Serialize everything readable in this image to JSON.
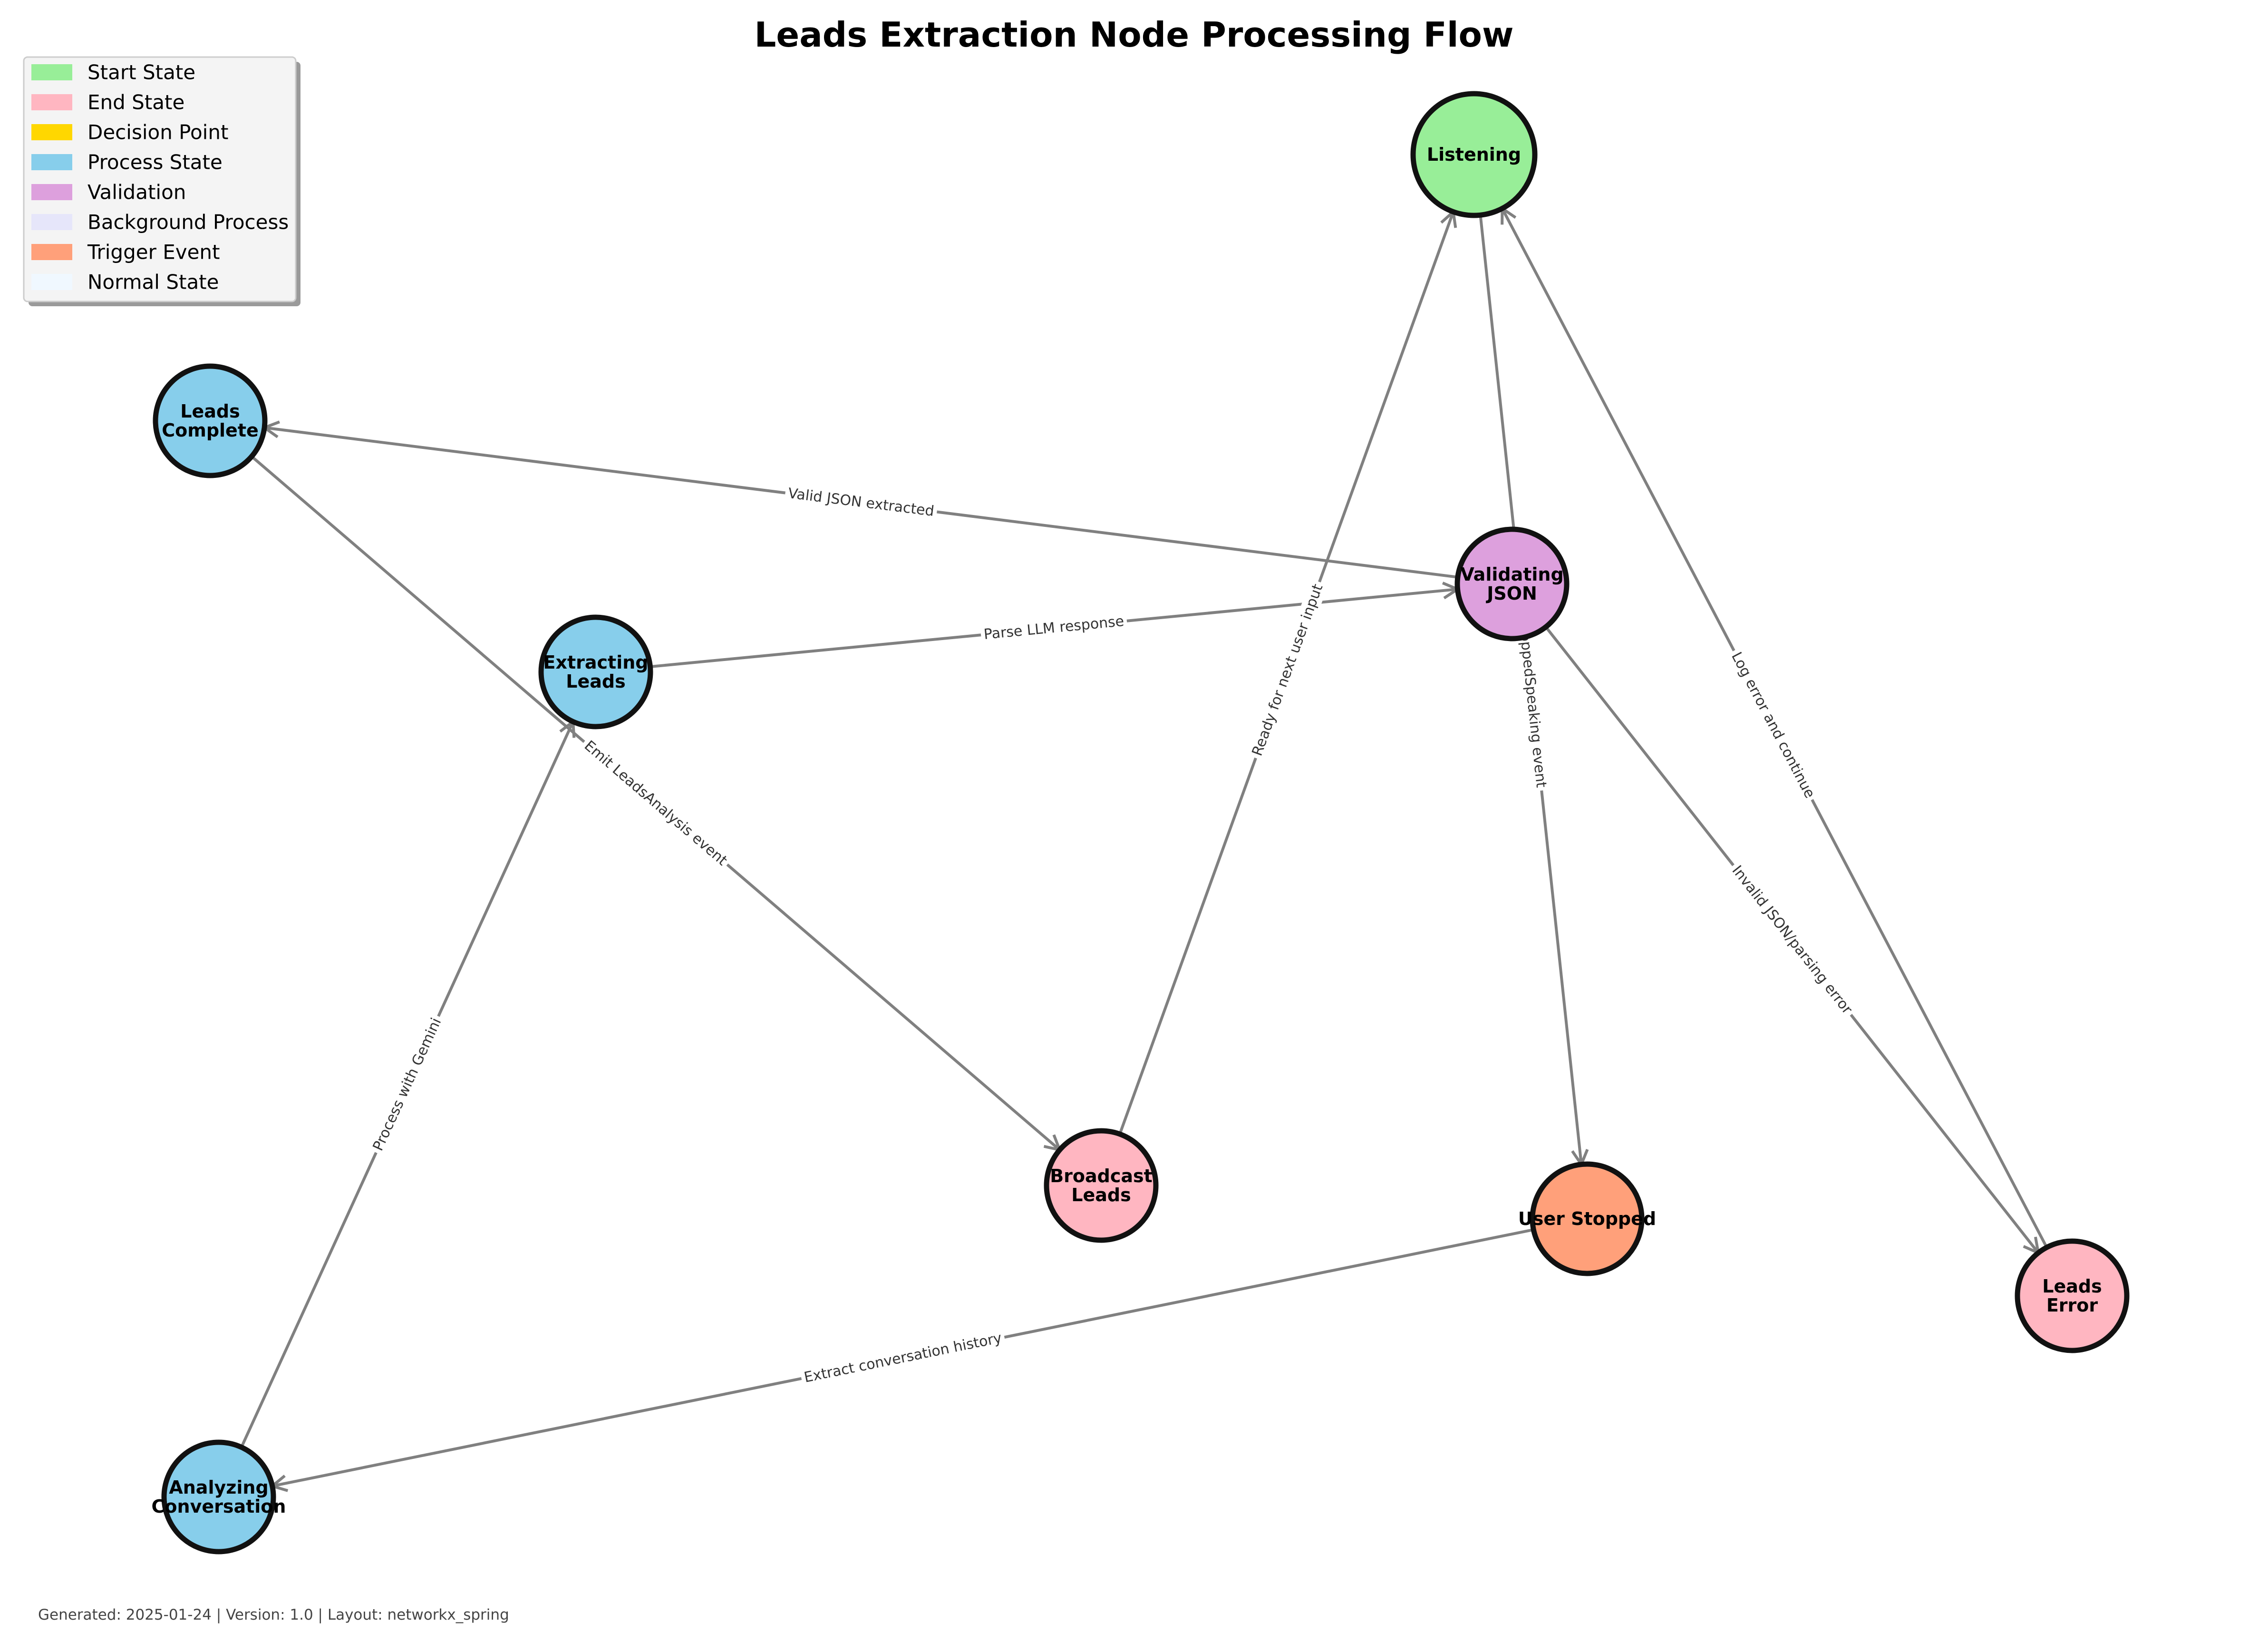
{
  "title": "Leads Extraction Node Processing Flow",
  "footer": "Generated: 2025-01-24 | Version: 1.0 | Layout: networkx_spring",
  "colors": {
    "start": "#98ee98",
    "end": "#ffb6c1",
    "decision": "#ffd700",
    "process": "#87ceeb",
    "validation": "#dda0dd",
    "background": "#e6e6fa",
    "trigger": "#ffa07a",
    "normal": "#f0f8ff",
    "edge": "#808080"
  },
  "legend": [
    {
      "label": "Start State",
      "color": "#98ee98"
    },
    {
      "label": "End State",
      "color": "#ffb6c1"
    },
    {
      "label": "Decision Point",
      "color": "#ffd700"
    },
    {
      "label": "Process State",
      "color": "#87ceeb"
    },
    {
      "label": "Validation",
      "color": "#dda0dd"
    },
    {
      "label": "Background Process",
      "color": "#e6e6fa"
    },
    {
      "label": "Trigger Event",
      "color": "#ffa07a"
    },
    {
      "label": "Normal State",
      "color": "#f0f8ff"
    }
  ],
  "nodes": [
    {
      "id": "listening",
      "lines": [
        "Listening"
      ],
      "type": "start"
    },
    {
      "id": "leads-complete",
      "lines": [
        "Leads",
        "Complete"
      ],
      "type": "process"
    },
    {
      "id": "validating-json",
      "lines": [
        "Validating",
        "JSON"
      ],
      "type": "validation"
    },
    {
      "id": "extracting-leads",
      "lines": [
        "Extracting",
        "Leads"
      ],
      "type": "process"
    },
    {
      "id": "broadcast-leads",
      "lines": [
        "Broadcast",
        "Leads"
      ],
      "type": "end"
    },
    {
      "id": "user-stopped",
      "lines": [
        "User Stopped"
      ],
      "type": "trigger"
    },
    {
      "id": "leads-error",
      "lines": [
        "Leads",
        "Error"
      ],
      "type": "end"
    },
    {
      "id": "analyzing-conversation",
      "lines": [
        "Analyzing",
        "Conversation"
      ],
      "type": "process"
    }
  ],
  "edges": [
    {
      "from": "listening",
      "to": "user-stopped",
      "label": "UserStoppedSpeaking event"
    },
    {
      "from": "user-stopped",
      "to": "analyzing-conversation",
      "label": "Extract conversation history"
    },
    {
      "from": "analyzing-conversation",
      "to": "extracting-leads",
      "label": "Process with Gemini"
    },
    {
      "from": "extracting-leads",
      "to": "validating-json",
      "label": "Parse LLM response"
    },
    {
      "from": "validating-json",
      "to": "leads-complete",
      "label": "Valid JSON extracted"
    },
    {
      "from": "validating-json",
      "to": "leads-error",
      "label": "Invalid JSON/parsing error"
    },
    {
      "from": "leads-complete",
      "to": "broadcast-leads",
      "label": "Emit LeadsAnalysis event"
    },
    {
      "from": "broadcast-leads",
      "to": "listening",
      "label": "Ready for next user input"
    },
    {
      "from": "leads-error",
      "to": "listening",
      "label": "Log error and continue"
    }
  ]
}
